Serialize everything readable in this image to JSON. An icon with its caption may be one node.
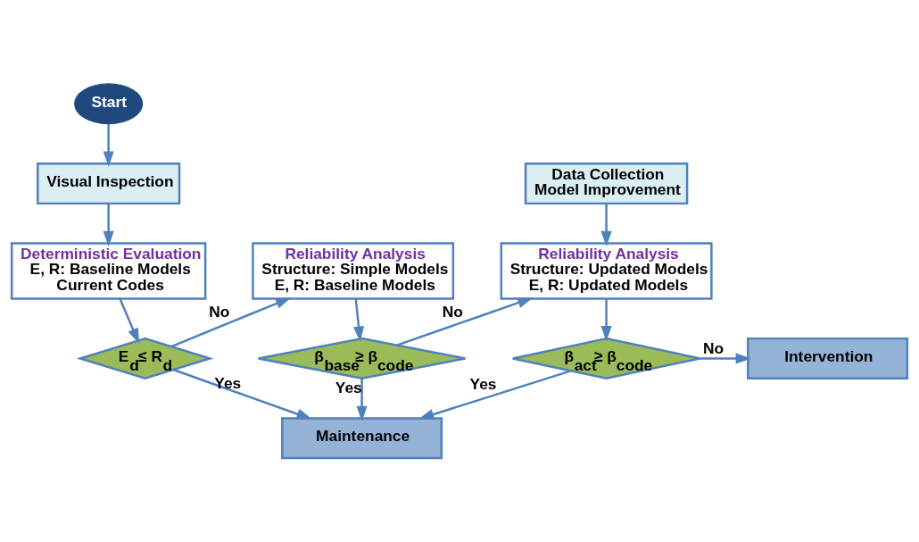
{
  "diagram": {
    "nodes": [
      {
        "text": [
          "Start"
        ]
      },
      {
        "text": [
          "Visual Inspection"
        ]
      },
      {
        "text": [
          "Deterministic Evaluation",
          "E, R: Baseline Models",
          "Current Codes"
        ]
      },
      {
        "text": [
          "Reliability Analysis",
          "Structure: Simple Models",
          "E, R: Baseline Models"
        ]
      },
      {
        "text": [
          "Data Collection",
          "Model Improvement"
        ]
      },
      {
        "text": [
          "Reliability Analysis",
          "Structure: Updated Models",
          "E, R: Updated Models"
        ]
      },
      {
        "text": [
          "E$_{d}$≤ R$_{d}$"
        ]
      },
      {
        "text": [
          "β$_{base}$≥ β$_{code}$"
        ]
      },
      {
        "text": [
          "β$_{act}$≥ β$_{code}$"
        ]
      },
      {
        "text": [
          "Intervention"
        ]
      },
      {
        "text": [
          "Maintenance"
        ]
      }
    ],
    "edges": [
      {
        "from": 0,
        "to": 1,
        "arrow": "to"
      },
      {
        "from": 1,
        "to": 2,
        "arrow": "to"
      },
      {
        "from": 2,
        "to": 6,
        "arrow": "to"
      },
      {
        "from": 6,
        "to": 3,
        "arrow": "to",
        "label": "No"
      },
      {
        "from": 3,
        "to": 7,
        "arrow": "to"
      },
      {
        "from": 7,
        "to": 5,
        "arrow": "to",
        "label": "No"
      },
      {
        "from": 4,
        "to": 5,
        "arrow": "to"
      },
      {
        "from": 5,
        "to": 8,
        "arrow": "to"
      },
      {
        "from": 8,
        "to": 9,
        "arrow": "to",
        "label": "No"
      },
      {
        "from": 6,
        "to": 10,
        "arrow": "to",
        "label": "Yes"
      },
      {
        "from": 7,
        "to": 10,
        "arrow": "to",
        "label": "Yes"
      },
      {
        "from": 8,
        "to": 10,
        "arrow": "to",
        "label": "Yes"
      }
    ]
  }
}
